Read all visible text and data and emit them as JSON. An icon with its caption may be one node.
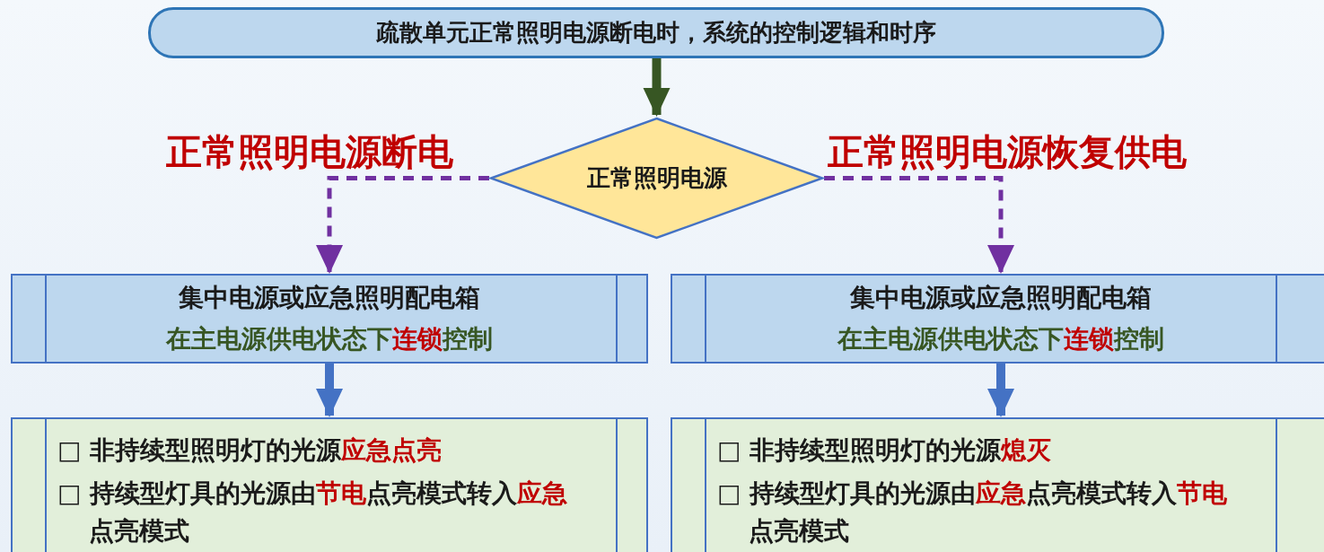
{
  "diagram": {
    "nodes": [
      {
        "text": [
          "疏散单元正常照明电源断电时，系统的控制逻辑和时序"
        ]
      },
      {
        "text": [
          "正常照明电源"
        ]
      },
      {
        "text": [
          "集中电源或应急照明配电箱",
          "在主电源供电状态下**连锁**控制"
        ]
      },
      {
        "text": [
          "集中电源或应急照明配电箱",
          "在主电源供电状态下**连锁**控制"
        ]
      },
      {
        "text": [
          "□ 非持续型照明灯的光源**应急点亮**",
          "□ 持续型灯具的光源由**节电**点亮模式转入**应急**点亮模式"
        ]
      },
      {
        "text": [
          "□ 非持续型照明灯的光源**熄灭**",
          "□ 持续型灯具的光源由**应急**点亮模式转入**节电**点亮模式"
        ]
      }
    ],
    "edges": [
      {
        "from": 0,
        "to": 1,
        "arrow": "to",
        "color": "#375623"
      },
      {
        "from": 1,
        "to": 2,
        "arrow": "to",
        "label": "正常照明电源断电",
        "style": "dashed",
        "color": "#7030a0"
      },
      {
        "from": 1,
        "to": 3,
        "arrow": "to",
        "label": "正常照明电源恢复供电",
        "style": "dashed",
        "color": "#7030a0"
      },
      {
        "from": 2,
        "to": 4,
        "arrow": "to",
        "color": "#4472c4"
      },
      {
        "from": 3,
        "to": 5,
        "arrow": "to",
        "color": "#4472c4"
      }
    ]
  }
}
